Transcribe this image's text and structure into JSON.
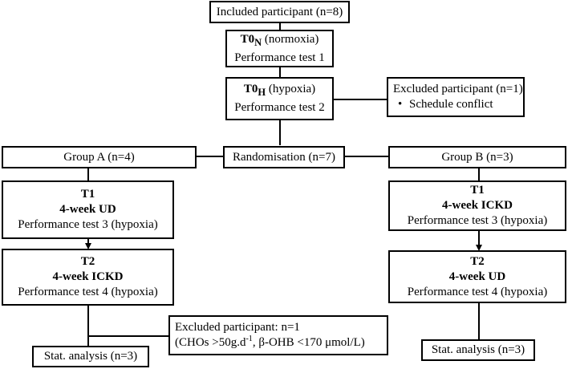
{
  "diagram": {
    "included": "Included participant (n=8)",
    "t0n": {
      "label": "T0",
      "sub": "N",
      "note": " (normoxia)",
      "test": "Performance test 1"
    },
    "t0h": {
      "label": "T0",
      "sub": "H",
      "note": " (hypoxia)",
      "test": "Performance test 2"
    },
    "excluded1": {
      "title": "Excluded participant (n=1)",
      "reason": "Schedule conflict"
    },
    "randomisation": "Randomisation (n=7)",
    "groupA": {
      "label": "Group  A (n=4)",
      "t1": {
        "time": "T1",
        "diet": "4-week UD",
        "test": "Performance test 3 (hypoxia)"
      },
      "t2": {
        "time": "T2",
        "diet": "4-week ICKD",
        "test": "Performance test 4 (hypoxia)"
      },
      "stat": "Stat. analysis (n=3)"
    },
    "groupB": {
      "label": "Group B (n=3)",
      "t1": {
        "time": "T1",
        "diet": "4-week ICKD",
        "test": "Performance test 3 (hypoxia)"
      },
      "t2": {
        "time": "T2",
        "diet": "4-week UD",
        "test": "Performance test 4  (hypoxia)"
      },
      "stat": "Stat. analysis (n=3)"
    },
    "excluded2": {
      "title": "Excluded participant: n=1",
      "reason_pre": "(CHOs >50g.d",
      "reason_sup": "-1",
      "reason_post": ", β-OHB <170 μmol/L)"
    }
  }
}
